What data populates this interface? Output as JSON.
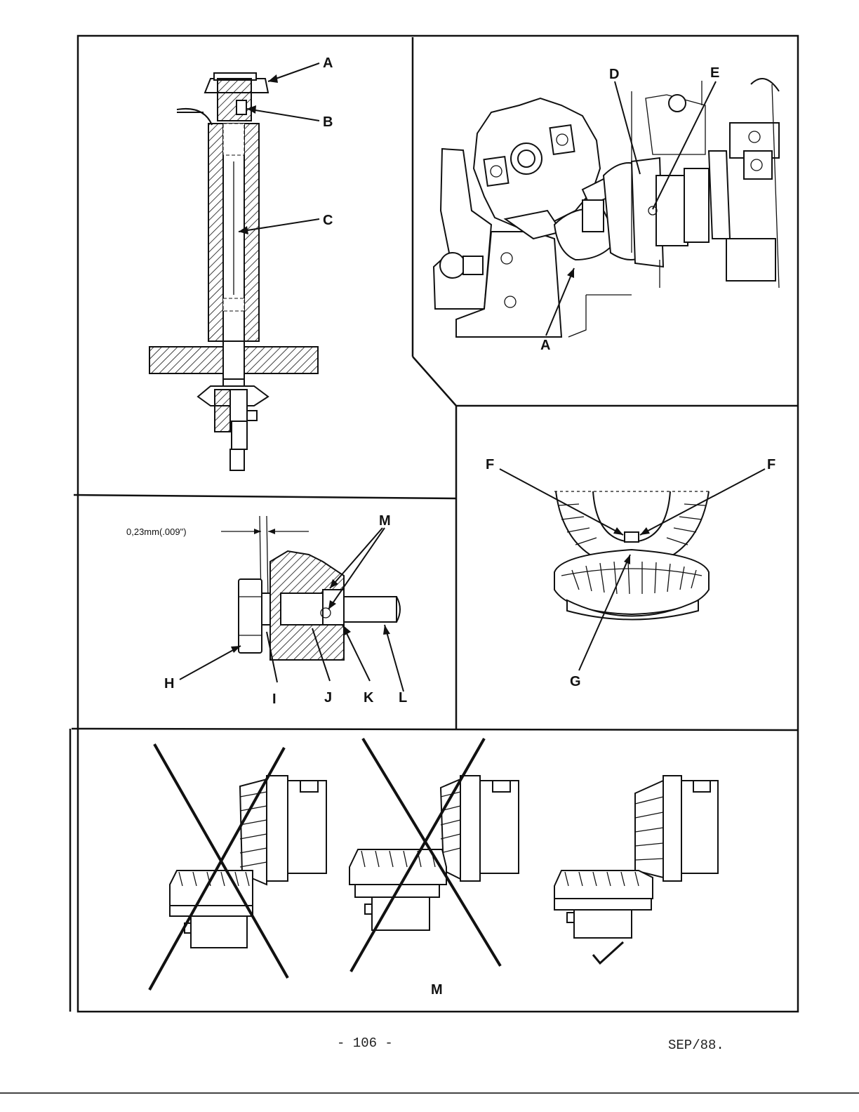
{
  "labels": {
    "fig1": {
      "A": "A",
      "B": "B",
      "C": "C"
    },
    "fig2": {
      "D": "D",
      "E": "E",
      "A": "A"
    },
    "fig3": {
      "dimension": "0,23mm(.009\")",
      "M": "M",
      "H": "H",
      "I": "I",
      "J": "J",
      "K": "K",
      "L": "L"
    },
    "fig4": {
      "F_left": "F",
      "F_right": "F",
      "G": "G"
    },
    "fig5": {
      "M": "M"
    }
  },
  "footer": {
    "page_number": "- 106 -",
    "date": "SEP/88."
  }
}
